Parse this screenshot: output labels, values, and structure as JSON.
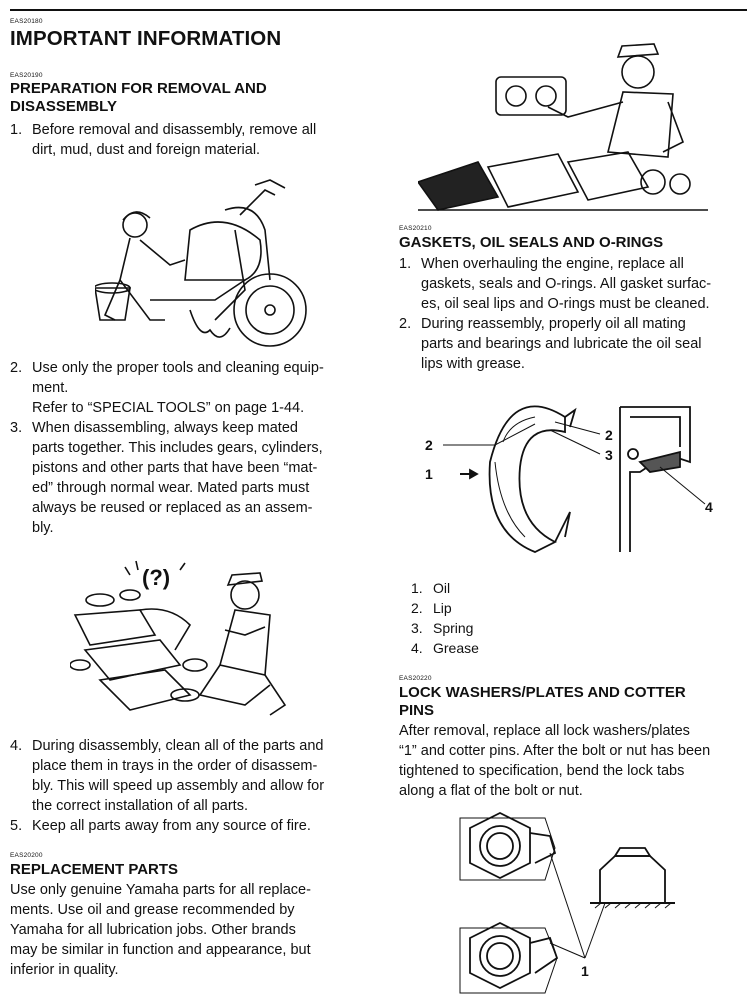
{
  "page": {
    "code_main": "EAS20180",
    "title": "IMPORTANT INFORMATION"
  },
  "prep": {
    "code": "EAS20190",
    "heading_line1": "PREPARATION FOR REMOVAL AND",
    "heading_line2": "DISASSEMBLY",
    "items": [
      {
        "num": "1.",
        "lines": [
          "Before removal and disassembly, remove all",
          "dirt, mud, dust and foreign material."
        ]
      },
      {
        "num": "2.",
        "lines": [
          "Use only the proper tools and cleaning equip-",
          "ment.",
          "Refer to “SPECIAL TOOLS” on page 1-44."
        ]
      },
      {
        "num": "3.",
        "lines": [
          "When disassembling, always keep mated",
          "parts together. This includes gears, cylinders,",
          "pistons and other parts that have been “mat-",
          "ed” through normal wear. Mated parts must",
          "always be reused or replaced as an assem-",
          "bly."
        ]
      },
      {
        "num": "4.",
        "lines": [
          "During disassembly, clean all of the parts and",
          "place them in trays in the order of disassem-",
          "bly. This will speed up assembly and allow for",
          "the correct installation of all parts."
        ]
      },
      {
        "num": "5.",
        "lines": [
          "Keep all parts away from any source of fire."
        ]
      }
    ]
  },
  "replacement": {
    "code": "EAS20200",
    "heading": "REPLACEMENT PARTS",
    "lines": [
      "Use only genuine Yamaha parts for all replace-",
      "ments. Use oil and grease recommended by",
      "Yamaha for all lubrication jobs. Other brands",
      "may be similar in function and appearance, but",
      "inferior in quality."
    ]
  },
  "gaskets": {
    "code": "EAS20210",
    "heading": "GASKETS, OIL SEALS AND O-RINGS",
    "items": [
      {
        "num": "1.",
        "lines": [
          "When overhauling the engine, replace all",
          "gaskets, seals and O-rings. All gasket surfac-",
          "es, oil seal lips and O-rings must be cleaned."
        ]
      },
      {
        "num": "2.",
        "lines": [
          "During reassembly, properly oil all mating",
          "parts and bearings and lubricate the oil seal",
          "lips with grease."
        ]
      }
    ],
    "callouts": [
      "1",
      "2",
      "2",
      "3",
      "4"
    ],
    "legend": [
      {
        "num": "1.",
        "label": "Oil"
      },
      {
        "num": "2.",
        "label": "Lip"
      },
      {
        "num": "3.",
        "label": "Spring"
      },
      {
        "num": "4.",
        "label": "Grease"
      }
    ]
  },
  "lock": {
    "code": "EAS20220",
    "heading_line1": "LOCK WASHERS/PLATES AND COTTER",
    "heading_line2": "PINS",
    "lines": [
      "After removal, replace all lock washers/plates",
      "“1” and cotter pins. After the bolt or nut has been",
      "tightened to specification, bend the lock tabs",
      "along a flat of the bolt or nut."
    ],
    "callout": "1"
  }
}
